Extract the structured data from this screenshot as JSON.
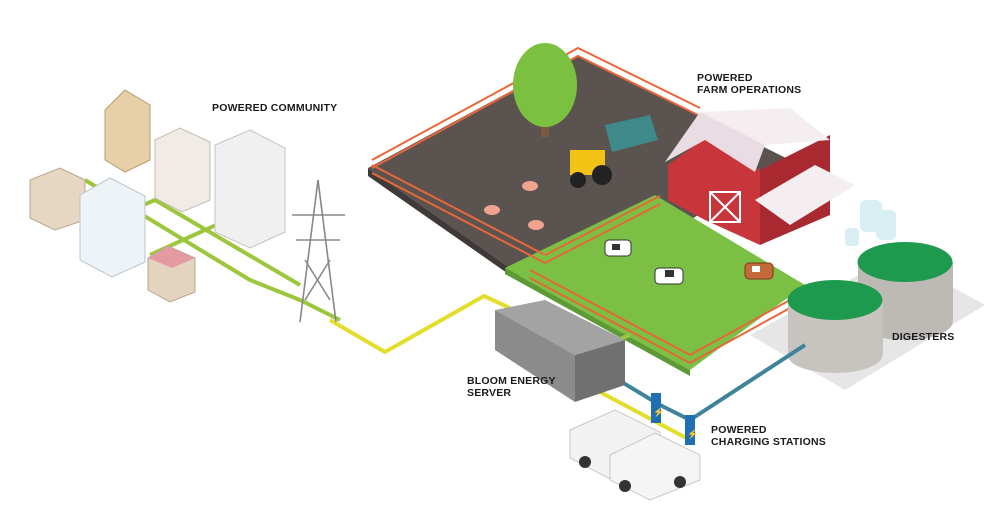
{
  "labels": {
    "community": "POWERED COMMUNITY",
    "farm": [
      "POWERED",
      "FARM OPERATIONS"
    ],
    "digesters": "DIGESTERS",
    "server": [
      "BLOOM ENERGY",
      "SERVER"
    ],
    "charging": [
      "POWERED",
      "CHARGING STATIONS"
    ]
  },
  "colors": {
    "power_line_green": "#9cc63c",
    "power_line_yellow": "#e3dd2c",
    "gas_line_blue": "#3e8399",
    "dirt": "#5b534f",
    "pasture": "#7bbf45",
    "fence": "#e8673a",
    "barn": "#c8353a",
    "digester_top": "#1e9a4e"
  }
}
